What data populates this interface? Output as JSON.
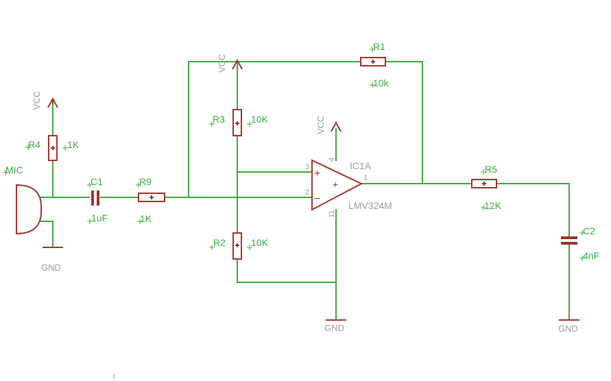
{
  "components": {
    "mic": {
      "ref": "MIC"
    },
    "c1": {
      "ref": "C1",
      "value": "1uF"
    },
    "r9": {
      "ref": "R9",
      "value": "1K"
    },
    "r4": {
      "ref": "R4",
      "value": "1K"
    },
    "r3": {
      "ref": "R3",
      "value": "10K"
    },
    "r2": {
      "ref": "R2",
      "value": "10K"
    },
    "r1": {
      "ref": "R1",
      "value": "10k"
    },
    "r5": {
      "ref": "R5",
      "value": "12K"
    },
    "c2": {
      "ref": "C2",
      "value": "4nF"
    },
    "ic1a": {
      "ref": "IC1A",
      "value": "LMV324M",
      "pins": {
        "noninv": "3",
        "inv": "2",
        "out": "1",
        "vcc": "4",
        "gnd": "11"
      },
      "plus_symbol": "+",
      "minus_symbol": "−",
      "center_symbol": "+"
    }
  },
  "power": {
    "vcc": "VCC",
    "gnd": "GND"
  },
  "colors": {
    "wire": "#3aa83a",
    "part": "#a0302a",
    "power_label": "#9a9a9a",
    "background": "#ffffff"
  }
}
